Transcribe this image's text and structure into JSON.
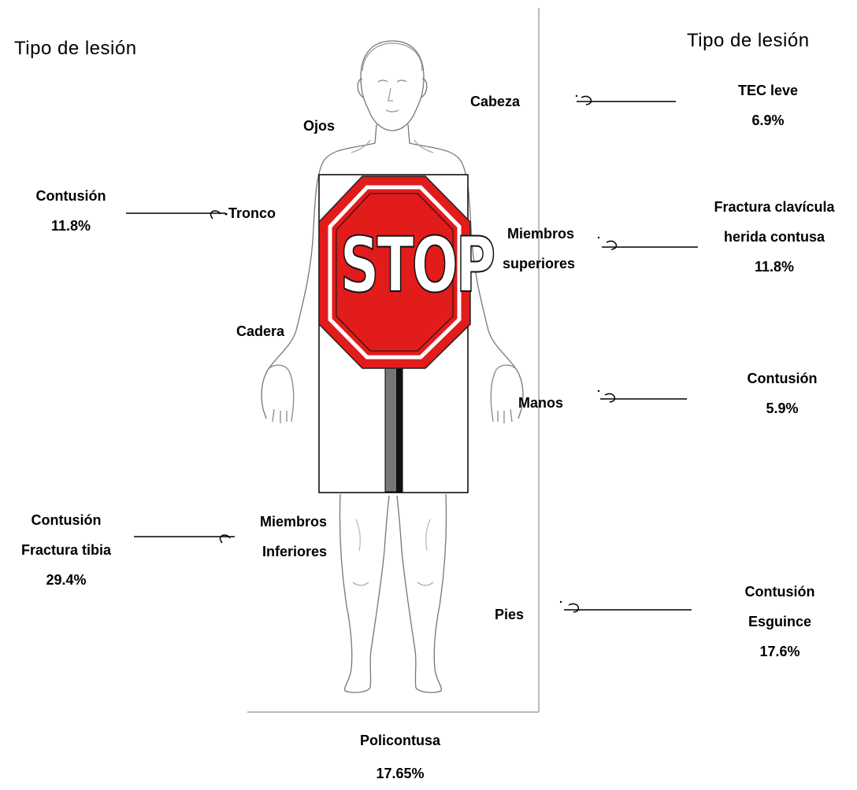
{
  "left_title": "Tipo de lesión",
  "right_title": "Tipo de lesión",
  "body_parts": {
    "cabeza": "Cabeza",
    "ojos": "Ojos",
    "tronco": "Tronco",
    "miembros_superiores": [
      "Miembros",
      "superiores"
    ],
    "cadera": "Cadera",
    "manos": "Manos",
    "miembros_inferiores": [
      "Miembros",
      "Inferiores"
    ],
    "pies": "Pies"
  },
  "injuries": {
    "cabeza": {
      "lines": [
        "TEC leve"
      ],
      "value": "6.9%"
    },
    "tronco": {
      "lines": [
        "Contusión"
      ],
      "value": "11.8%"
    },
    "miembros_superiores": {
      "lines": [
        "Fractura clavícula",
        "herida contusa"
      ],
      "value": "11.8%"
    },
    "manos": {
      "lines": [
        "Contusión"
      ],
      "value": "5.9%"
    },
    "miembros_inferiores": {
      "lines": [
        "Contusión",
        "Fractura tibia"
      ],
      "value": "29.4%"
    },
    "pies": {
      "lines": [
        "Contusión",
        "Esguince"
      ],
      "value": "17.6%"
    },
    "general": {
      "lines": [
        "Policontusa"
      ],
      "value": "17.65%"
    }
  },
  "sign": {
    "text": "STOP",
    "color": "#e21b1b"
  }
}
